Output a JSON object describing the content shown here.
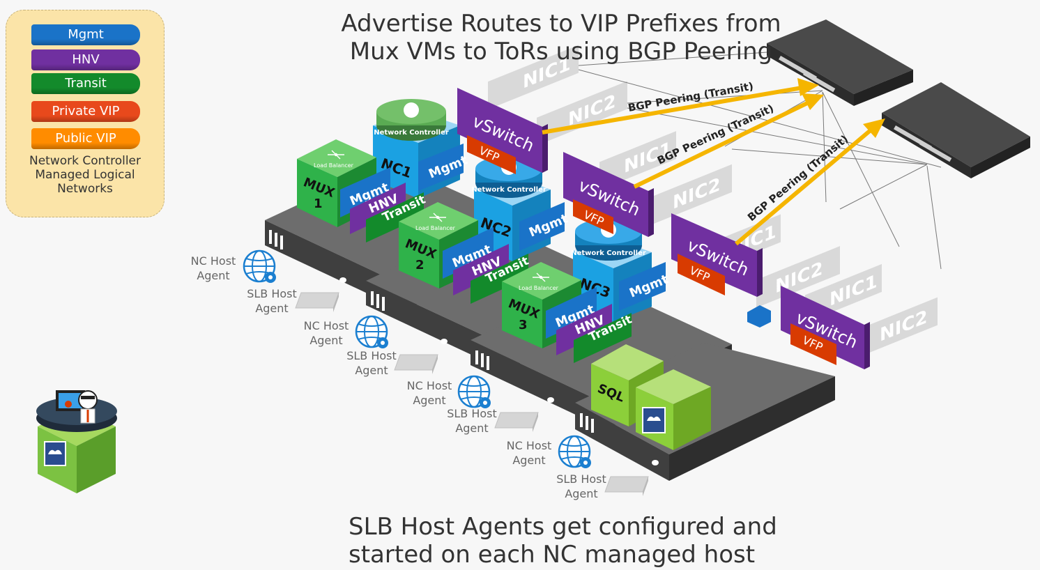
{
  "title": {
    "line1": "Advertise Routes to VIP Prefixes from",
    "line2": "Mux VMs to ToRs using BGP Peering"
  },
  "footer": {
    "line1": "SLB Host Agents get configured and",
    "line2": "started on each NC managed host"
  },
  "legend": {
    "items": [
      {
        "label": "Mgmt",
        "color": "#1a73c8"
      },
      {
        "label": "HNV",
        "color": "#7030a0"
      },
      {
        "label": "Transit",
        "color": "#138a2b"
      },
      {
        "label": "Private VIP",
        "color": "#e8491c"
      },
      {
        "label": "Public VIP",
        "color": "#ff8c00"
      }
    ],
    "caption_line1": "Network Controller",
    "caption_line2": "Managed Logical",
    "caption_line3": "Networks"
  },
  "colors": {
    "server_top": "#6d6d6d",
    "server_front": "#3f3f3f",
    "switch": "#4a4a4a",
    "arrow": "#f5b500",
    "vswitch": "#7030a0",
    "vfp": "#d83b01",
    "nic": "#d9d9d9",
    "nc_box": "#1ba1e2",
    "mux_box": "#2fb24a",
    "sql_box": "#8ccf3a"
  },
  "bgp": {
    "label": "BGP Peering (Transit)"
  },
  "network_labels": {
    "mgmt": "Mgmt",
    "hnv": "HNV",
    "transit": "Transit"
  },
  "vswitch": {
    "label": "vSwitch",
    "vfp": "VFP"
  },
  "nics": {
    "nic1": "NIC1",
    "nic2": "NIC2"
  },
  "nc_icon_label": "Network Controller",
  "lb_icon_label": "Load Balancer",
  "nc_nodes": [
    "NC1",
    "NC2",
    "NC3"
  ],
  "mux_nodes": [
    {
      "line1": "MUX",
      "line2": "1"
    },
    {
      "line1": "MUX",
      "line2": "2"
    },
    {
      "line1": "MUX",
      "line2": "3"
    }
  ],
  "sql_label": "SQL",
  "agents": {
    "nc_line1": "NC Host",
    "nc_line2": "Agent",
    "slb_line1": "SLB Host",
    "slb_line2": "Agent"
  }
}
